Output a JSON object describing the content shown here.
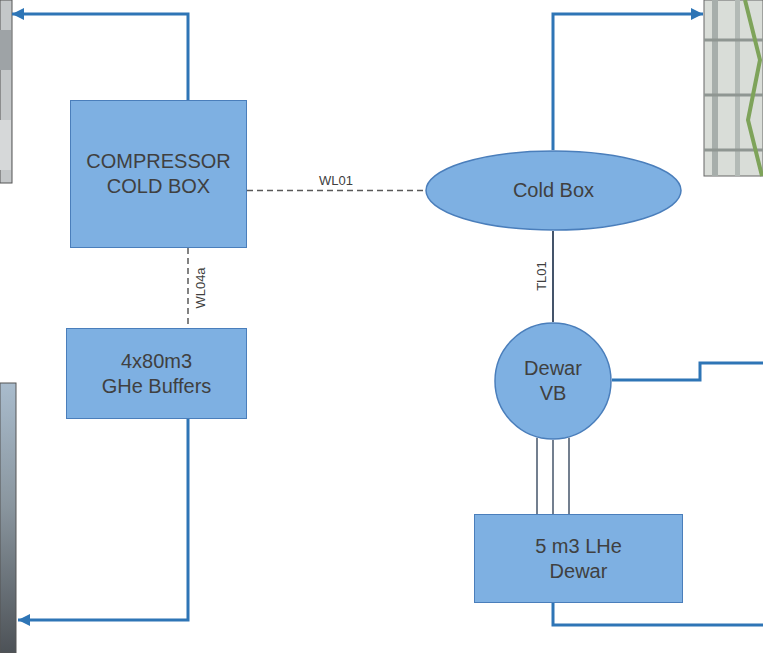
{
  "diagram": {
    "nodes": [
      {
        "text": [
          "COMPRESSOR COLD BOX"
        ]
      },
      {
        "text": [
          "Cold Box"
        ]
      },
      {
        "text": [
          "4x80m3 GHe Buffers"
        ]
      },
      {
        "text": [
          "Dewar VB"
        ]
      },
      {
        "text": [
          "5 m3 LHe Dewar"
        ]
      }
    ],
    "edges": [
      {
        "from": 0,
        "to": 1,
        "arrow": "none",
        "label": "WL01"
      },
      {
        "from": 0,
        "to": 2,
        "arrow": "none",
        "label": "WL04a"
      },
      {
        "from": 1,
        "to": 3,
        "arrow": "none",
        "label": "TL01"
      },
      {
        "from": 3,
        "to": 4,
        "arrow": "none"
      },
      {
        "from": 3,
        "to": 4,
        "arrow": "none"
      },
      {
        "from": 3,
        "to": 4,
        "arrow": "none"
      }
    ]
  }
}
